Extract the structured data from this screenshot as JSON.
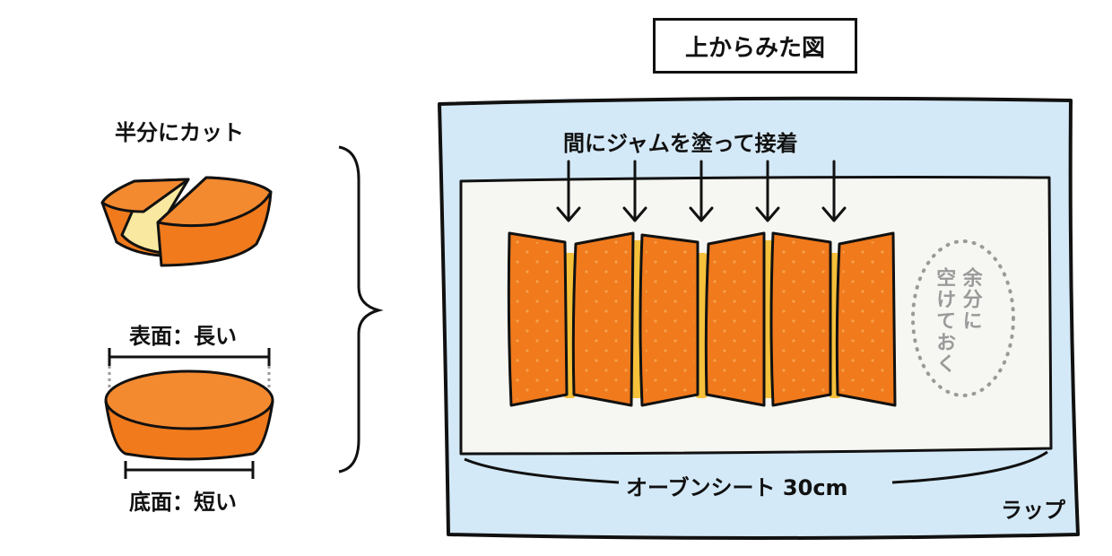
{
  "title": "上からみた図",
  "left": {
    "cut_label": "半分にカット",
    "top_surface_label": "表面：長い",
    "bottom_surface_label": "底面：短い"
  },
  "tray": {
    "jam_label": "間にジャムを塗って接着",
    "spare_label_1": "余分に",
    "spare_label_2": "空けておく",
    "sheet_label": "オーブンシート 30cm",
    "wrap_label": "ラップ"
  },
  "colors": {
    "cake": "#f07a1c",
    "cake_dark": "#e06a10",
    "jam": "#f5c03a",
    "wrap": "#d4e9f7",
    "sheet": "#f6f6f2",
    "outline": "#111111"
  }
}
